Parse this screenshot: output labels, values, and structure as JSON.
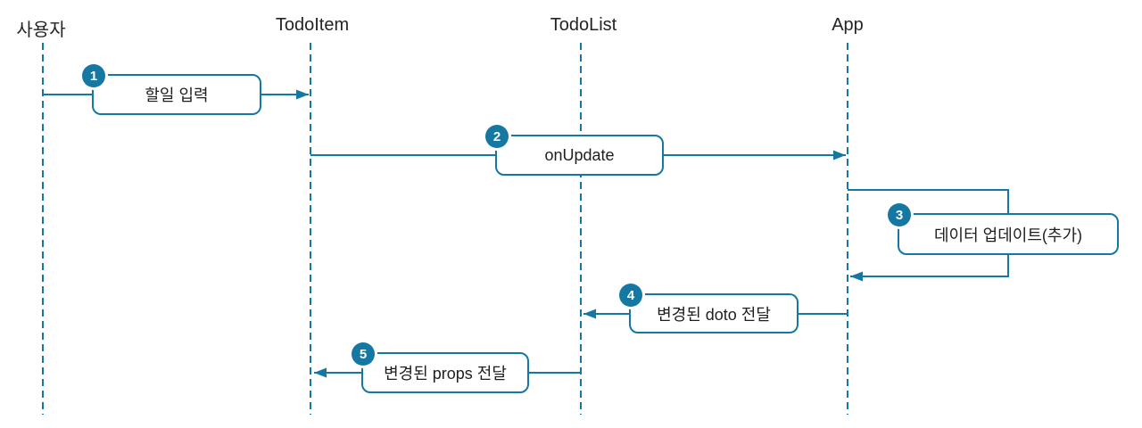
{
  "diagram": {
    "type": "sequence-diagram",
    "accent_color": "#1578a2",
    "text_color": "#1f1f1f",
    "background_color": "#ffffff",
    "actors": [
      {
        "label": "사용자"
      },
      {
        "label": "TodoItem"
      },
      {
        "label": "TodoList"
      },
      {
        "label": "App"
      }
    ],
    "messages": [
      {
        "step": "1",
        "label": "할일 입력",
        "from": "사용자",
        "to": "TodoItem",
        "direction": "right"
      },
      {
        "step": "2",
        "label": "onUpdate",
        "from": "TodoItem",
        "to": "App",
        "direction": "right"
      },
      {
        "step": "3",
        "label": "데이터 업데이트(추가)",
        "from": "App",
        "to": "App",
        "direction": "self"
      },
      {
        "step": "4",
        "label": "변경된 doto 전달",
        "from": "App",
        "to": "TodoList",
        "direction": "left"
      },
      {
        "step": "5",
        "label": "변경된 props 전달",
        "from": "TodoList",
        "to": "TodoItem",
        "direction": "left"
      }
    ]
  }
}
